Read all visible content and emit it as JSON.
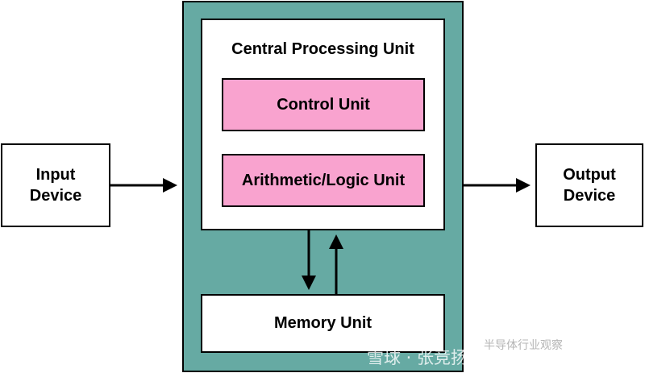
{
  "diagram": {
    "input_label": "Input\nDevice",
    "output_label": "Output\nDevice",
    "cpu_label": "Central Processing Unit",
    "control_label": "Control Unit",
    "alu_label": "Arithmetic/Logic Unit",
    "memory_label": "Memory Unit"
  },
  "watermark": {
    "line1": "半导体行业观察",
    "line2": "雪球 · 张竞扬-摩尔精英CEO"
  },
  "colors": {
    "frame": "#66aaa3",
    "unit_fill": "#f9a3cf",
    "stroke": "#000000"
  }
}
